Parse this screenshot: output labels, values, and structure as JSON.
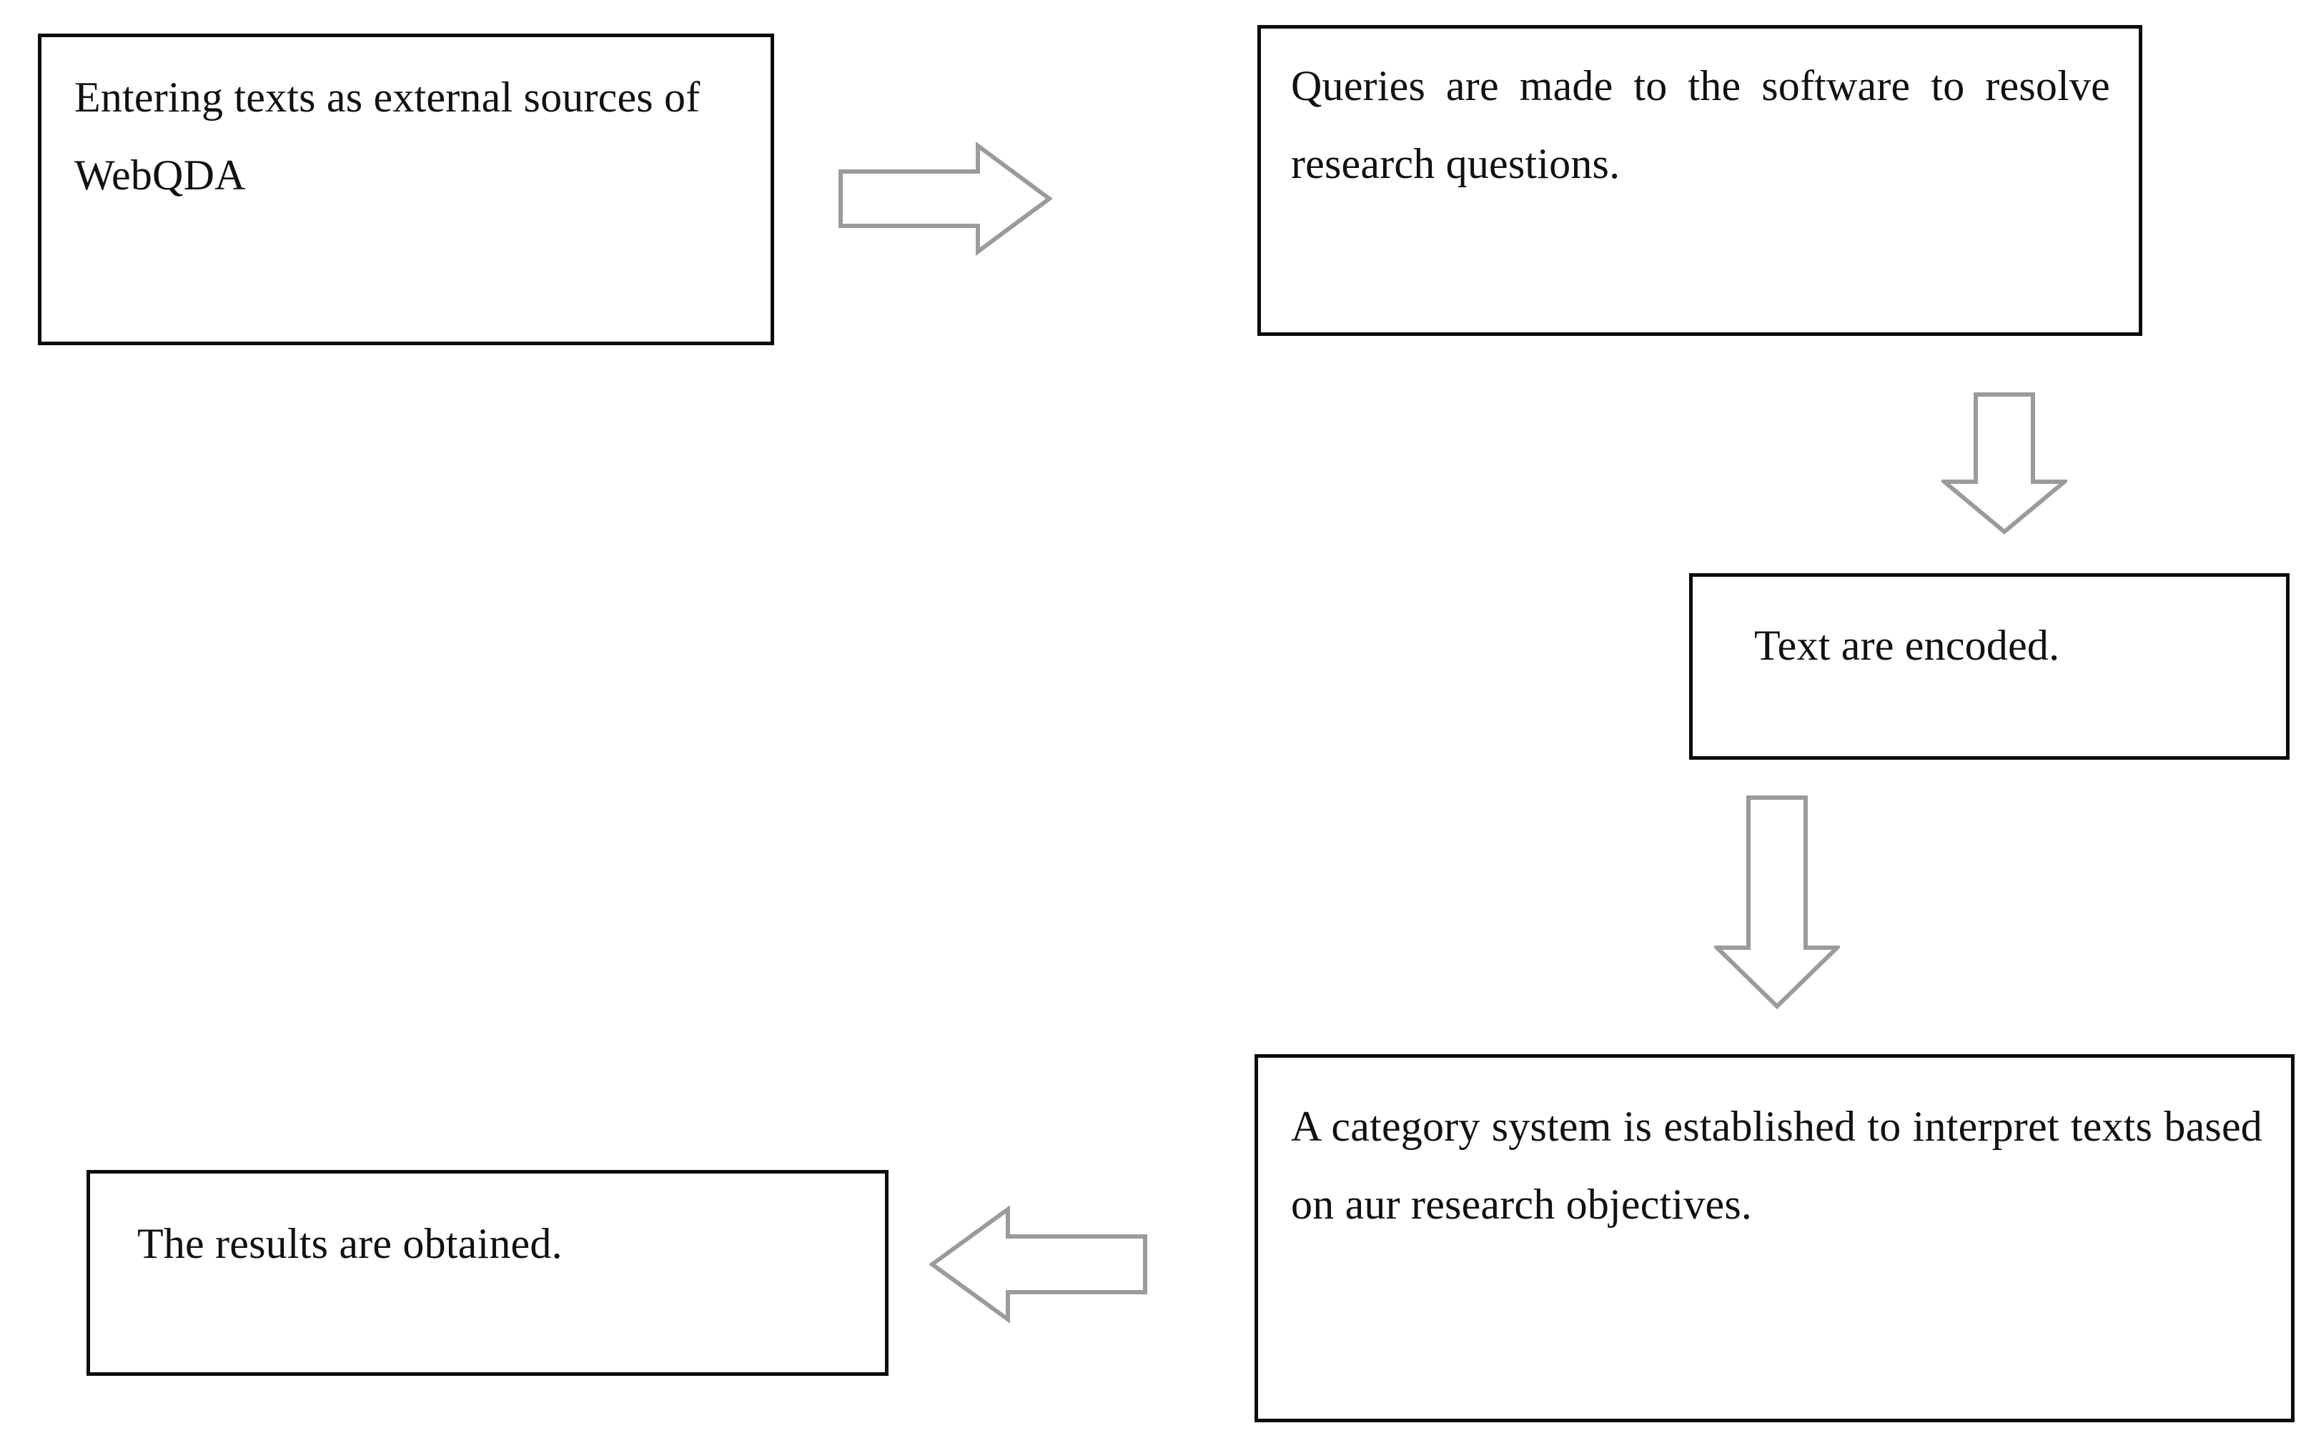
{
  "diagram": {
    "title": "WebQDA qualitative analysis process flowchart",
    "background_color": "#ffffff",
    "box_border_color": "#0b0b0b",
    "arrow_stroke_color": "#9b9b9b",
    "arrow_fill_color": "#ffffff",
    "text_color": "#111111"
  },
  "nodes": [
    {
      "id": "entering-texts",
      "text": "Entering texts as external sources of WebQDA",
      "align": "left"
    },
    {
      "id": "queries",
      "text": "Queries are made to the software to resolve research questions.",
      "align": "justify"
    },
    {
      "id": "text-encoded",
      "text": "Text are encoded.",
      "align": "left"
    },
    {
      "id": "category-system",
      "text": "A category system is established to interpret texts based on aur research objectives.",
      "align": "justify"
    },
    {
      "id": "results",
      "text": "The results are obtained.",
      "align": "left"
    }
  ],
  "connectors": [
    {
      "id": "arrow-right-1",
      "direction": "right",
      "from": "entering-texts",
      "to": "queries"
    },
    {
      "id": "arrow-down-1",
      "direction": "down",
      "from": "queries",
      "to": "text-encoded"
    },
    {
      "id": "arrow-down-2",
      "direction": "down",
      "from": "text-encoded",
      "to": "category-system"
    },
    {
      "id": "arrow-left-1",
      "direction": "left",
      "from": "category-system",
      "to": "results"
    }
  ]
}
